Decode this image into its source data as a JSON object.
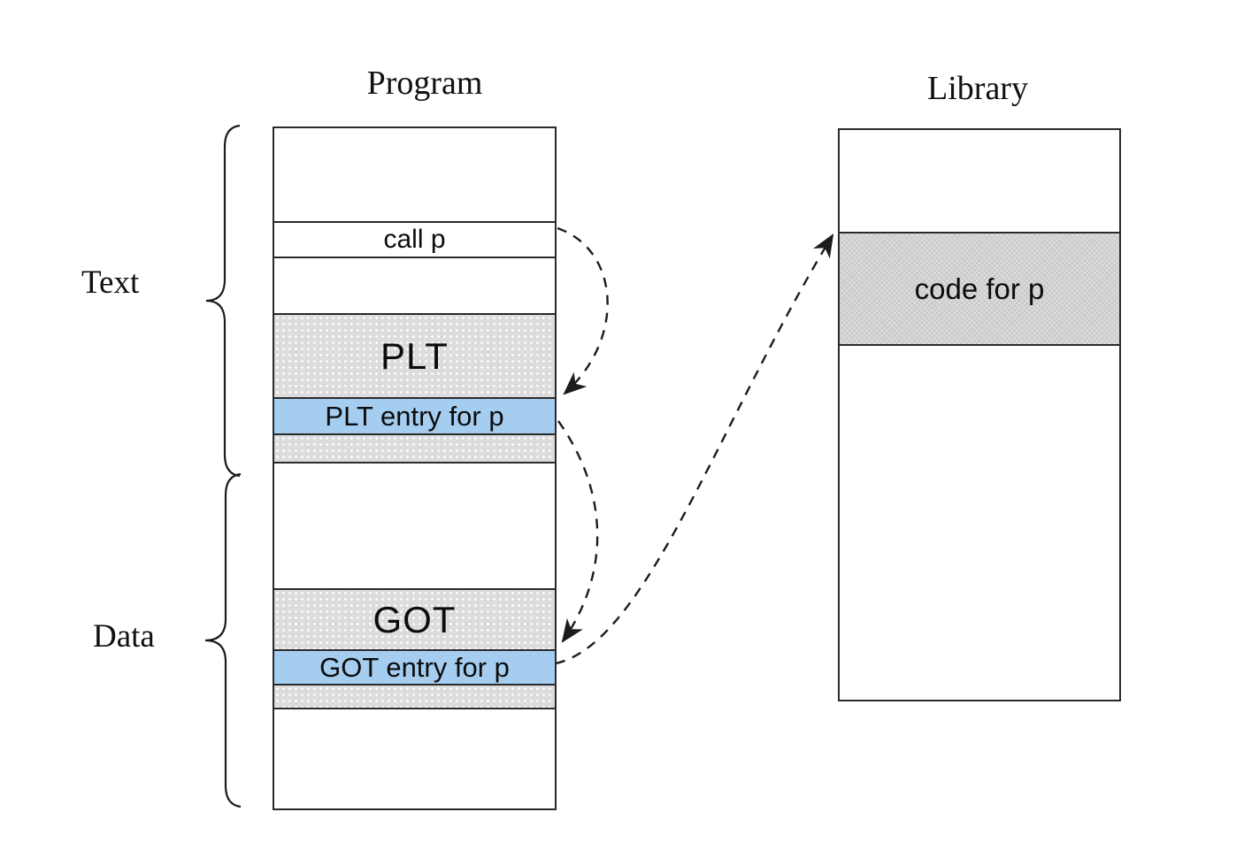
{
  "program": {
    "title": "Program",
    "rows": {
      "call_p": "call p",
      "plt": "PLT",
      "plt_entry": "PLT entry for p",
      "got": "GOT",
      "got_entry": "GOT entry for p"
    }
  },
  "library": {
    "title": "Library",
    "code_for_p": "code for p"
  },
  "sections": {
    "text": "Text",
    "data": "Data"
  },
  "colors": {
    "highlight_blue": "#a5cdf0",
    "stipple_gray": "#dcdcdc",
    "code_gray": "#c9c9c9",
    "line": "#1c1c1c"
  }
}
